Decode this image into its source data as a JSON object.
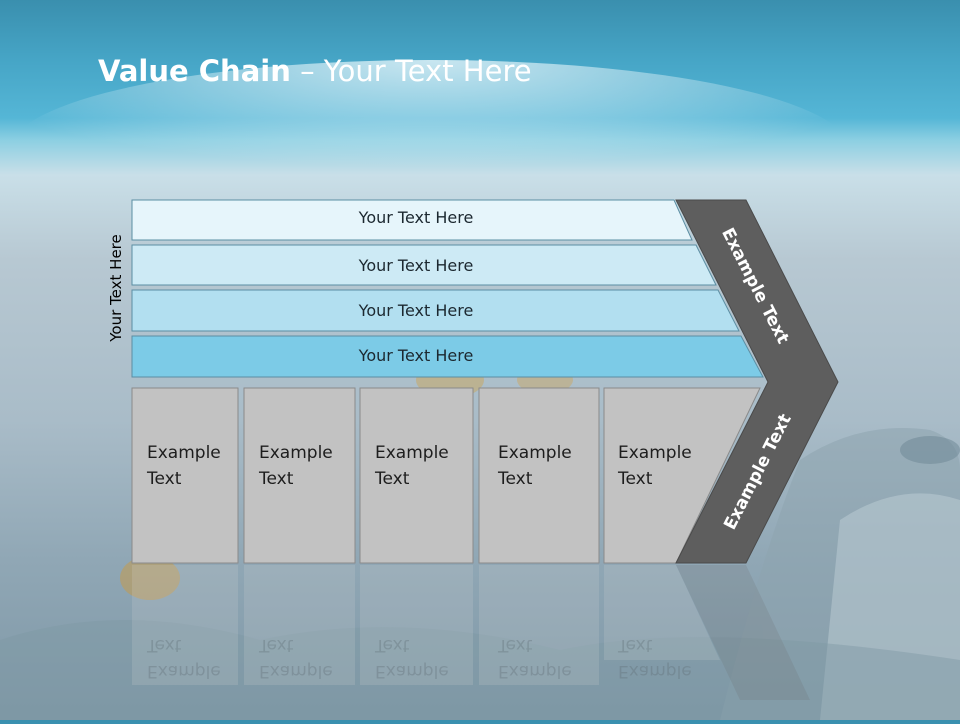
{
  "title": {
    "bold": "Value Chain",
    "rest": " – Your Text Here"
  },
  "side_label": "Your Text Here",
  "rows": [
    {
      "label": "Your Text Here",
      "fill": "#e6f5fb"
    },
    {
      "label": "Your Text Here",
      "fill": "#cdeaf5"
    },
    {
      "label": "Your Text Here",
      "fill": "#b2dff0"
    },
    {
      "label": "Your Text Here",
      "fill": "#7ccbe7"
    }
  ],
  "boxes": [
    {
      "line1": "Example",
      "line2": "Text"
    },
    {
      "line1": "Example",
      "line2": "Text"
    },
    {
      "line1": "Example",
      "line2": "Text"
    },
    {
      "line1": "Example",
      "line2": "Text"
    },
    {
      "line1": "Example",
      "line2": "Text"
    }
  ],
  "chevron": {
    "upper_label": "Example Text",
    "lower_label": "Example Text",
    "fill": "#5e5e5e"
  },
  "colors": {
    "box_fill": "#c2c2c2",
    "row_stroke": "#5b8ea3"
  }
}
